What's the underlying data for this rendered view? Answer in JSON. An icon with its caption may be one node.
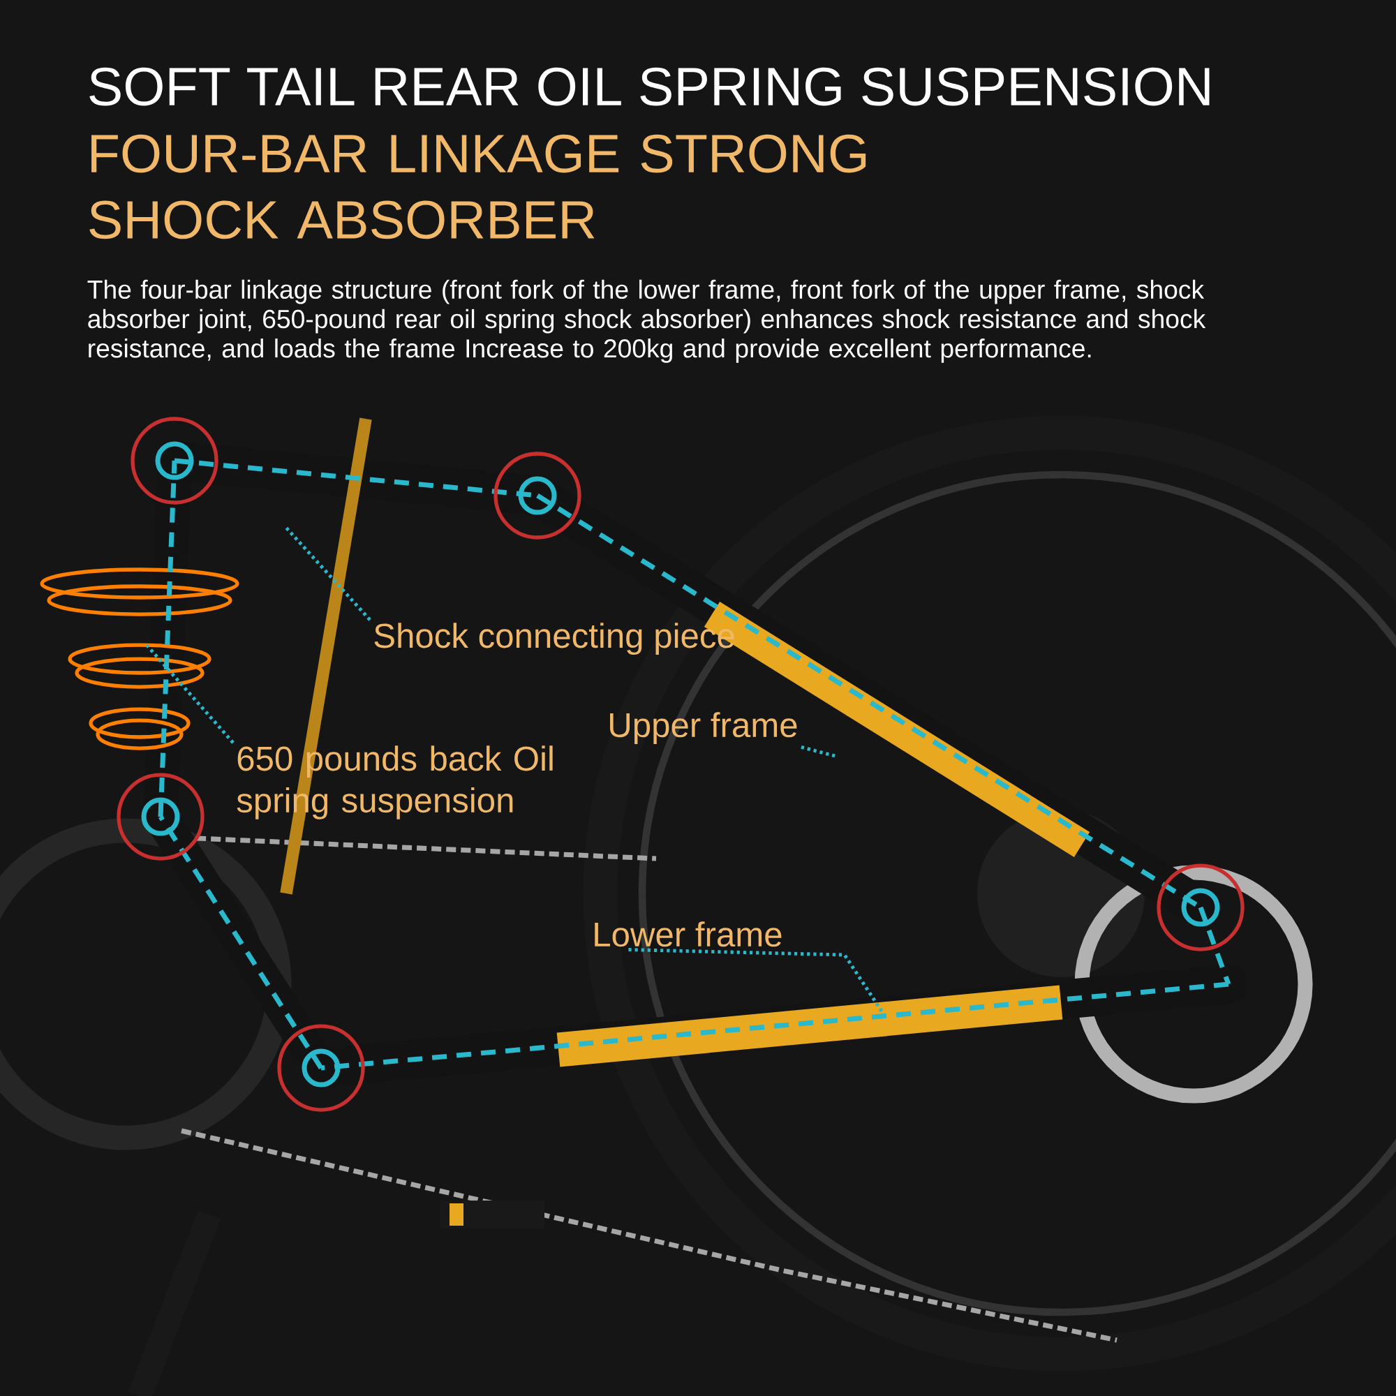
{
  "diagram": {
    "title": "SOFT TAIL REAR OIL SPRING SUSPENSION",
    "nodes": [
      {
        "text": [
          "Shock connecting piece"
        ]
      },
      {
        "text": [
          "Upper frame"
        ]
      },
      {
        "text": [
          "650 pounds back Oil spring suspension"
        ]
      },
      {
        "text": [
          "Lower frame"
        ]
      }
    ],
    "edges": [
      {
        "from": 0,
        "to": null,
        "arrow": "none"
      },
      {
        "from": 1,
        "to": null,
        "arrow": "none"
      },
      {
        "from": 2,
        "to": null,
        "arrow": "none"
      },
      {
        "from": 3,
        "to": null,
        "arrow": "none"
      }
    ],
    "labels": [
      "FOUR-BAR LINKAGE STRONG SHOCK ABSORBER",
      "The four-bar linkage structure (front fork of the lower frame, front fork of the upper frame, shock absorber joint, 650-pound rear oil spring shock absorber) enhances shock resistance and shock resistance, and loads the frame Increase to 200kg and provide excellent performance."
    ]
  }
}
